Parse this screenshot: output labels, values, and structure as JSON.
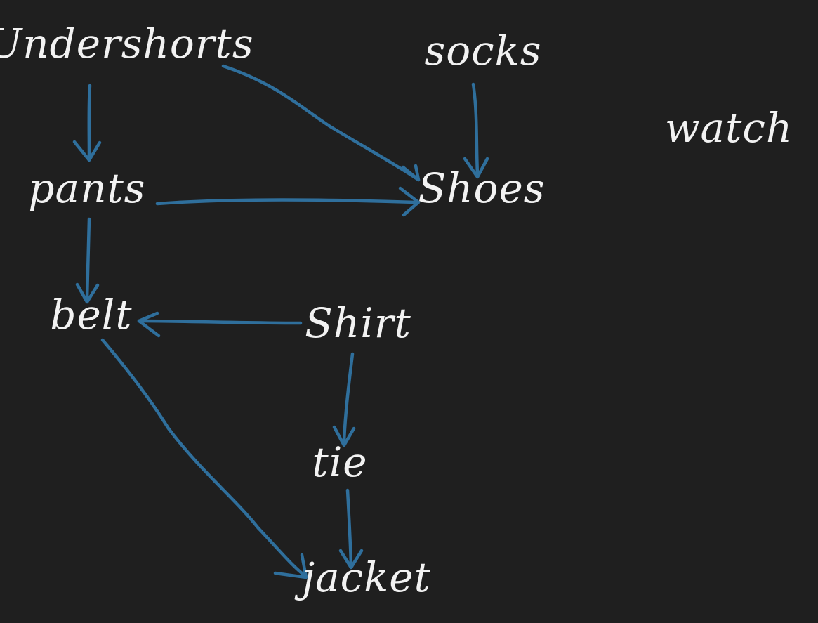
{
  "diagram": {
    "background_color": "#1f1f1f",
    "text_color": "#f2f2f2",
    "edge_color": "#2f6f9c",
    "nodes": [
      {
        "id": "undershorts",
        "label": "Undershorts"
      },
      {
        "id": "socks",
        "label": "socks"
      },
      {
        "id": "watch",
        "label": "watch"
      },
      {
        "id": "pants",
        "label": "pants"
      },
      {
        "id": "shoes",
        "label": "Shoes"
      },
      {
        "id": "belt",
        "label": "belt"
      },
      {
        "id": "shirt",
        "label": "Shirt"
      },
      {
        "id": "tie",
        "label": "tie"
      },
      {
        "id": "jacket",
        "label": "jacket"
      }
    ],
    "edges": [
      {
        "from": "undershorts",
        "to": "pants"
      },
      {
        "from": "undershorts",
        "to": "shoes"
      },
      {
        "from": "socks",
        "to": "shoes"
      },
      {
        "from": "pants",
        "to": "shoes"
      },
      {
        "from": "pants",
        "to": "belt"
      },
      {
        "from": "shirt",
        "to": "belt"
      },
      {
        "from": "shirt",
        "to": "tie"
      },
      {
        "from": "belt",
        "to": "jacket"
      },
      {
        "from": "tie",
        "to": "jacket"
      }
    ]
  }
}
